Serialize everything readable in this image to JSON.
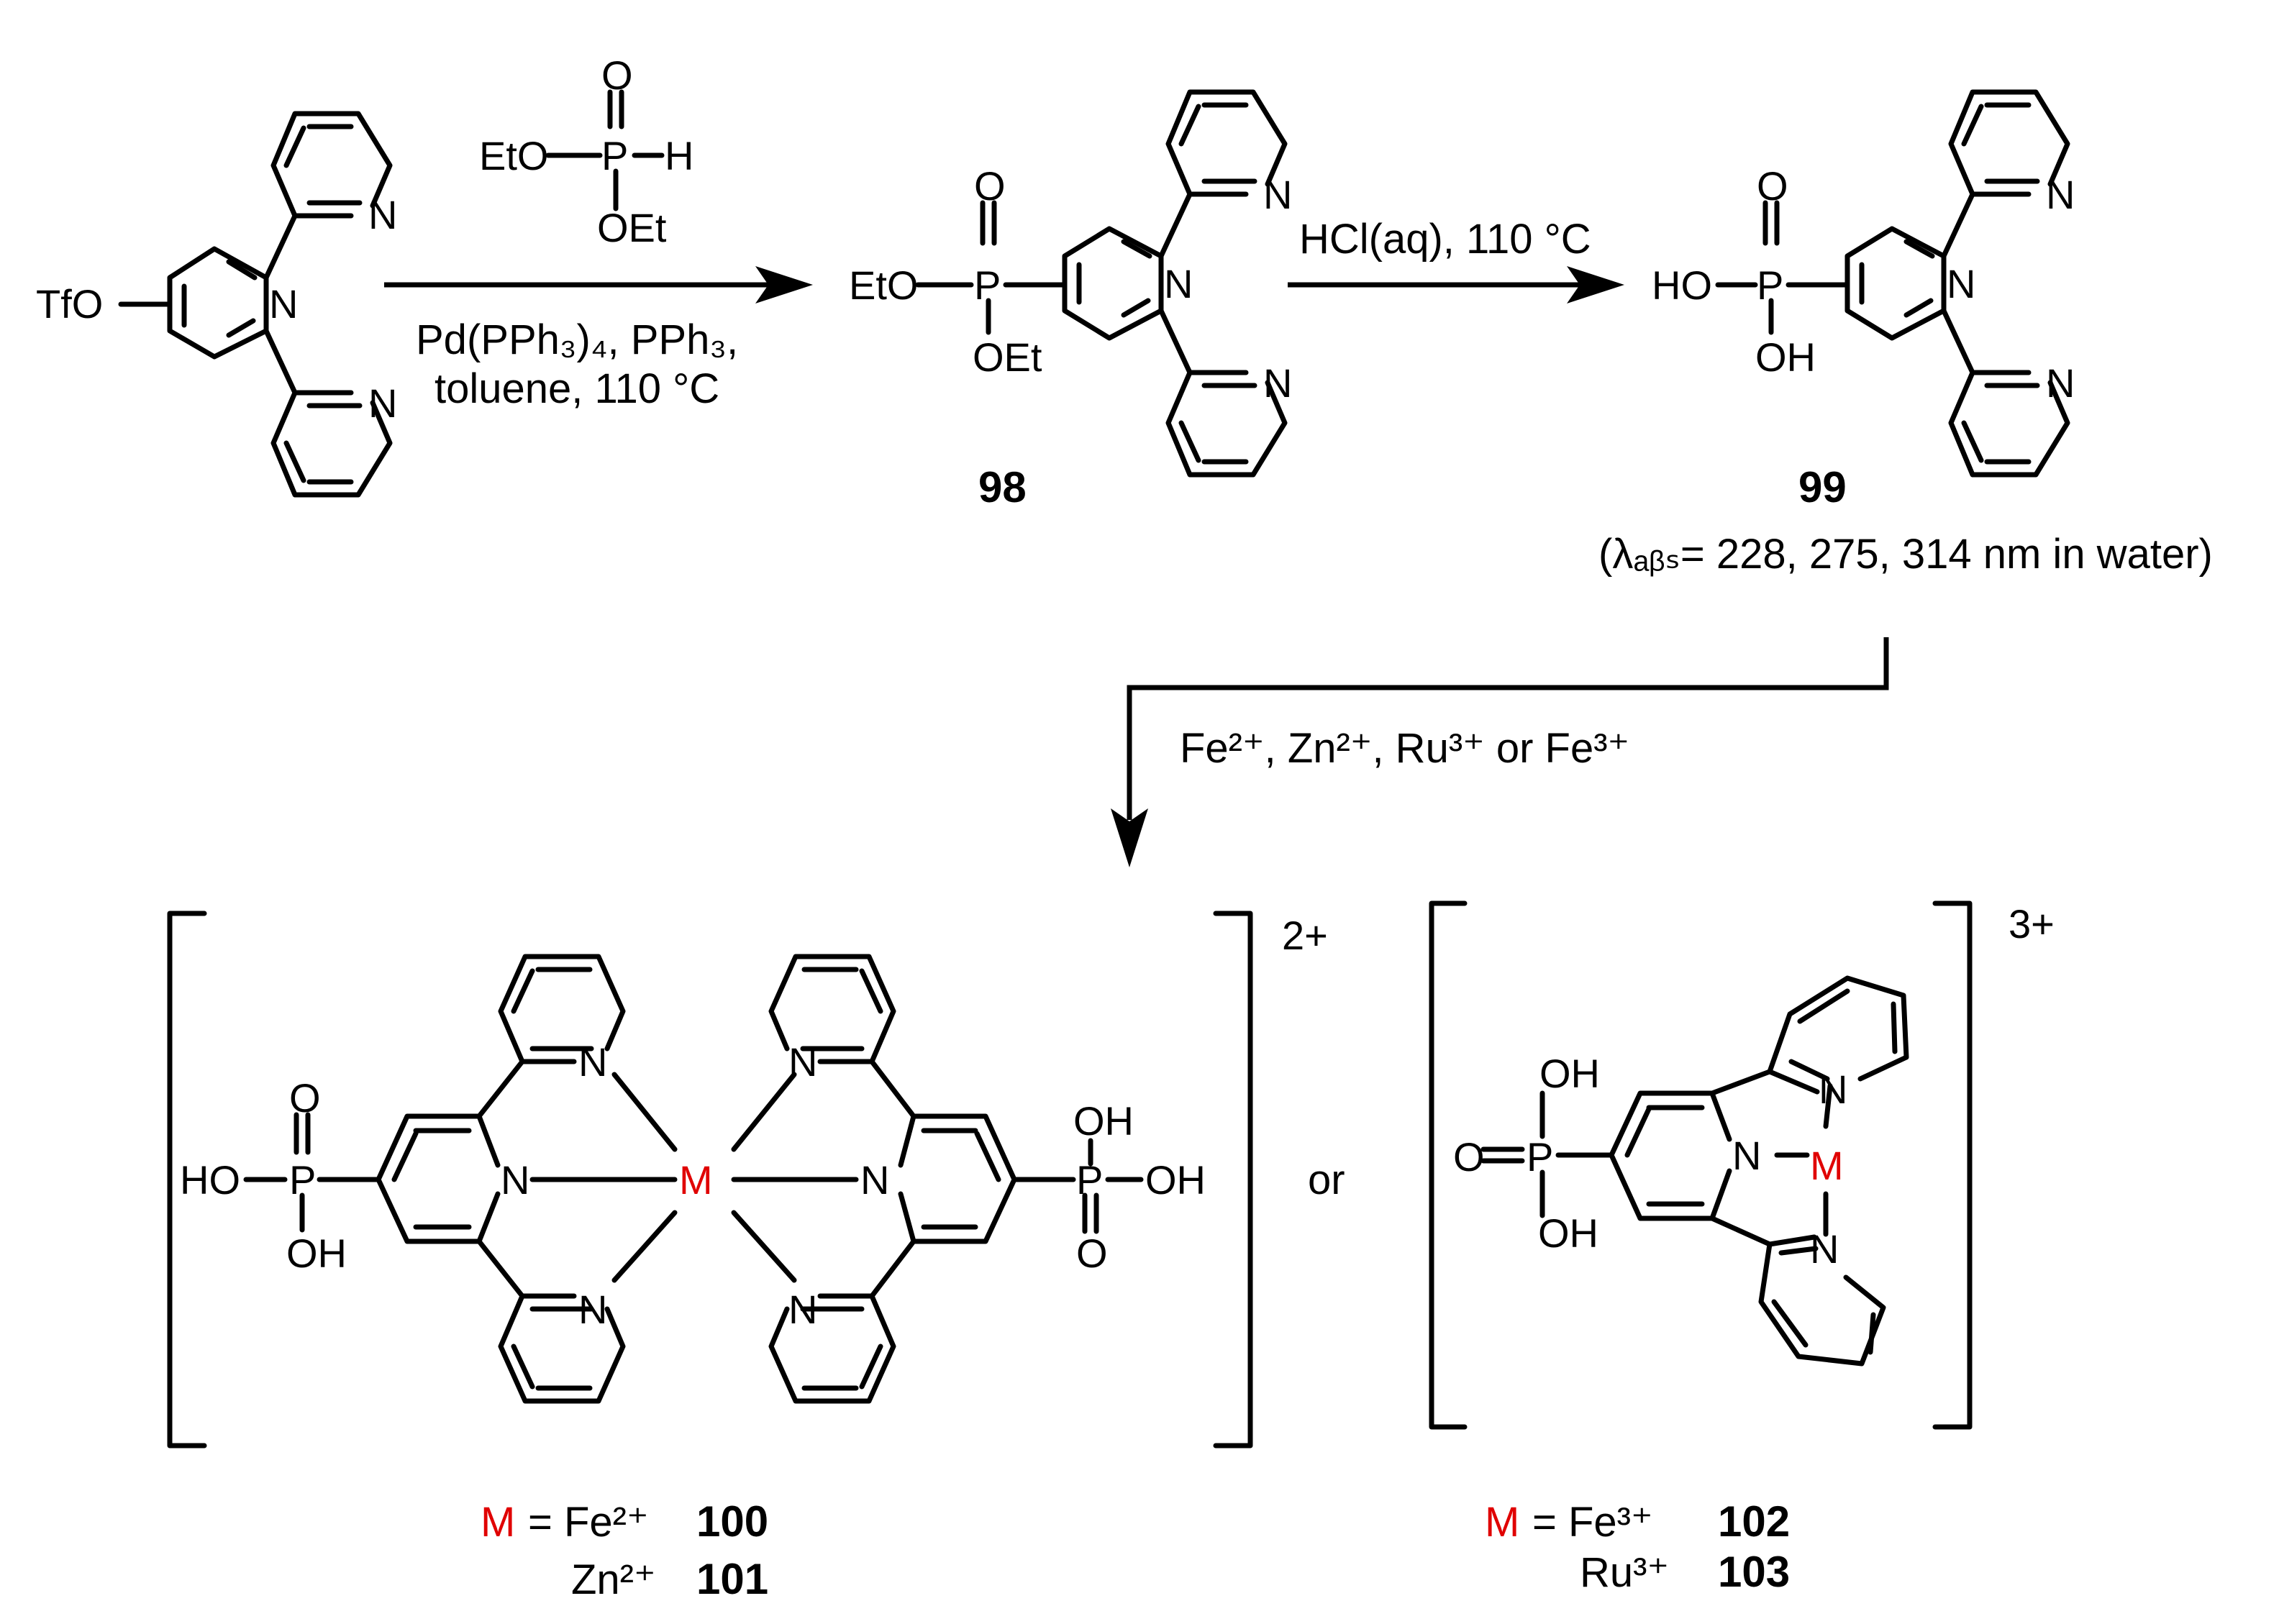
{
  "scheme": {
    "step1": {
      "reagent": {
        "p_o": "O",
        "eto": "EtO",
        "p": "P",
        "h": "H",
        "oet": "OEt"
      },
      "cond_line1": "Pd(PPh₃)₄, PPh₃,",
      "cond_line2": "toluene, 110 °C"
    },
    "step2": {
      "cond": "HCl(aq), 110 °C"
    },
    "step3": {
      "cond": "Fe²⁺, Zn²⁺, Ru³⁺ or Fe³⁺"
    },
    "start": {
      "tfo": "TfO",
      "n": "N"
    },
    "cmpd98": {
      "label": "98",
      "o": "O",
      "eto": "EtO",
      "p": "P",
      "oet": "OEt",
      "n": "N"
    },
    "cmpd99": {
      "label": "99",
      "o": "O",
      "ho": "HO",
      "p": "P",
      "oh": "OH",
      "n": "N",
      "abs": "(λₐᵦₛ= 228, 275, 314 nm in water)"
    },
    "complex_bis": {
      "charge": "2+",
      "m": "M",
      "n": "N",
      "o": "O",
      "ho": "HO",
      "oh": "OH",
      "p": "P",
      "legend_m": "M",
      "legend_eq": "= Fe²⁺",
      "legend_100": "100",
      "legend_zn": "Zn²⁺",
      "legend_101": "101"
    },
    "or": "or",
    "complex_mono": {
      "charge": "3+",
      "m": "M",
      "n": "N",
      "o": "O",
      "oh": "OH",
      "p": "P",
      "legend_m": "M",
      "legend_eq": "= Fe³⁺",
      "legend_102": "102",
      "legend_ru": "Ru³⁺",
      "legend_103": "103"
    }
  },
  "colors": {
    "metal": "#e00000",
    "ink": "#000000"
  }
}
